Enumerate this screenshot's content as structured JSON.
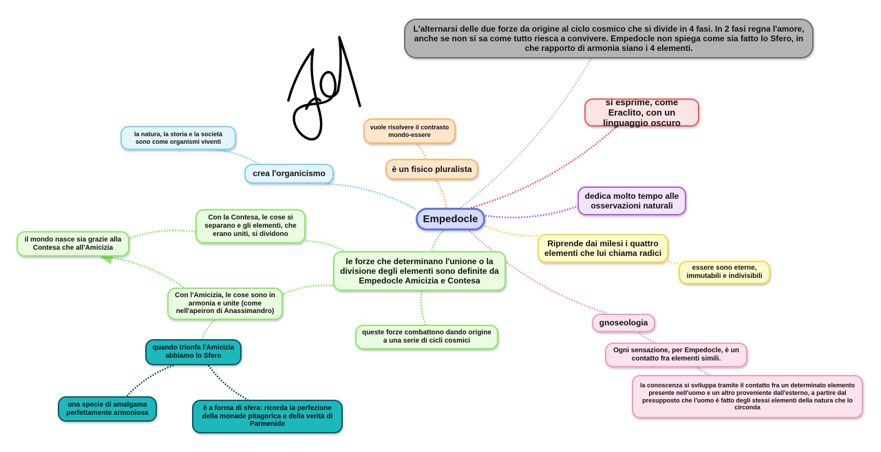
{
  "central": "Empedocle",
  "nodes": {
    "ciclo_cosmico": "L'alternarsi delle due forze da origine al ciclo cosmico che si divide in 4 fasi. In 2 fasi regna l'amore, anche se non si sa come tutto riesca a convivere. Empedocle non spiega come sia fatto lo Sfero, in che rapporto di armonia siano i 4 elementi.",
    "linguaggio": "si esprime, come Eraclito, con un linguaggio oscuro",
    "osservazioni": "dedica molto tempo alle osservazioni naturali",
    "radici": "Riprende dai milesi i quattro elementi che lui chiama radici",
    "eterne": "essere sono eterne, immutabili e indivisibili",
    "gnoseologia": "gnoseologia",
    "sensazione": "Ogni sensazione, per Empedocle, è un contatto fra elementi simili.",
    "conoscenza": "la conoscenza si sviluppa tramite il contatto fra un determinato elemento presente nell'uomo e un altro proveniente dall'esterno, a partire dal presupposto che l'uomo è fatto degli stessi elementi della natura che lo circonda",
    "contrasto": "vuole risolvere il contrasto mondo-essere",
    "fisico": "è un fisico pluralista",
    "natura_storia": "la natura, la storia e la società sono come organismi viventi",
    "organicismo": "crea l'organicismo",
    "forze": "le forze che determinano l'unione o la divisione degli elementi sono definite da Empedocle Amicizia e Contesa",
    "contesa": "Con la Contesa, le cose si separano e gli elementi, che erano uniti, si dividono",
    "mondo_nasce": "il mondo nasce sia grazie alla Contesa che all'Amicizia",
    "amicizia": "Con l'Amicizia, le cose sono in armonia e unite (come nell'apeiron di Anassimandro)",
    "cicli": "queste forze combattono dando origine a una serie di cicli cosmici",
    "sfero": "quando trionfa l'Amicizia abbiamo lo Sfero",
    "amalgama": "una specie di amalgama perfettamente armoniosa",
    "forma_sfera": "è a forma di sfera: ricorda la perfezione della monade pitagorica e della verità di Parmenide"
  },
  "colors": {
    "blue": "#7fd0f6",
    "orange": "#f6b766",
    "gray": "#c8c8c8",
    "red": "#ef5b5b",
    "purple": "#b35ee0",
    "yellow": "#f2da48",
    "pink": "#f49ac1",
    "green": "#8de86a",
    "teal": "#0d5963"
  },
  "connectors": [
    {
      "from": "central",
      "to": "ciclo_cosmico",
      "color": "gray"
    },
    {
      "from": "central",
      "to": "linguaggio",
      "color": "red"
    },
    {
      "from": "central",
      "to": "osservazioni",
      "color": "purple"
    },
    {
      "from": "central",
      "to": "radici",
      "color": "yellow"
    },
    {
      "from": "radici",
      "to": "eterne",
      "color": "yellow"
    },
    {
      "from": "central",
      "to": "gnoseologia",
      "color": "pink"
    },
    {
      "from": "gnoseologia",
      "to": "sensazione",
      "color": "pink"
    },
    {
      "from": "sensazione",
      "to": "conoscenza",
      "color": "pink"
    },
    {
      "from": "central",
      "to": "fisico",
      "color": "orange"
    },
    {
      "from": "fisico",
      "to": "contrasto",
      "color": "orange"
    },
    {
      "from": "central",
      "to": "organicismo",
      "color": "blue"
    },
    {
      "from": "organicismo",
      "to": "natura_storia",
      "color": "blue"
    },
    {
      "from": "central",
      "to": "forze",
      "color": "green"
    },
    {
      "from": "forze",
      "to": "contesa",
      "color": "green"
    },
    {
      "from": "contesa",
      "to": "mondo_nasce",
      "color": "green"
    },
    {
      "from": "forze",
      "to": "amicizia",
      "color": "green"
    },
    {
      "from": "amicizia",
      "to": "mondo_nasce",
      "color": "green",
      "arrow": true
    },
    {
      "from": "forze",
      "to": "cicli",
      "color": "green"
    },
    {
      "from": "amicizia",
      "to": "sfero",
      "color": "green"
    },
    {
      "from": "sfero",
      "to": "amalgama",
      "color": "teal"
    },
    {
      "from": "sfero",
      "to": "forma_sfera",
      "color": "teal"
    }
  ]
}
